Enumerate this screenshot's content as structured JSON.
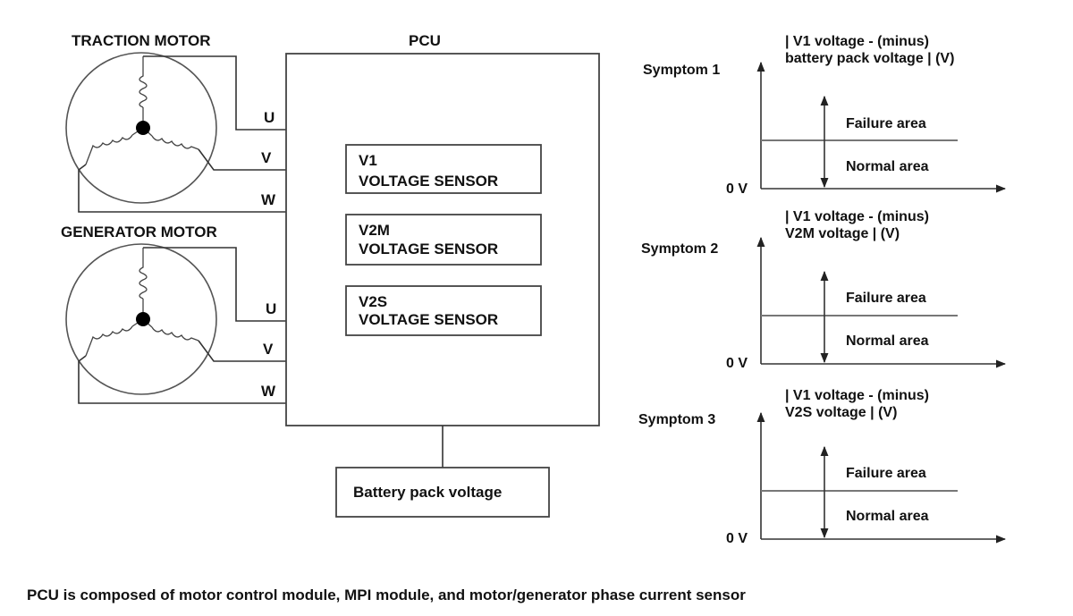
{
  "motors": {
    "traction_label": "TRACTION MOTOR",
    "generator_label": "GENERATOR MOTOR",
    "phase_u": "U",
    "phase_v": "V",
    "phase_w": "W"
  },
  "pcu": {
    "label": "PCU",
    "sensors": [
      {
        "line1": "V1",
        "line2": "VOLTAGE SENSOR"
      },
      {
        "line1": "V2M",
        "line2": "VOLTAGE SENSOR"
      },
      {
        "line1": "V2S",
        "line2": "VOLTAGE SENSOR"
      }
    ],
    "battery_label": "Battery pack voltage"
  },
  "symptoms": [
    {
      "name": "Symptom 1",
      "ylabel_line1": "| V1 voltage - (minus)",
      "ylabel_line2": "battery pack voltage | (V)",
      "zero": "0 V",
      "failure": "Failure area",
      "normal": "Normal area"
    },
    {
      "name": "Symptom 2",
      "ylabel_line1": "| V1 voltage - (minus)",
      "ylabel_line2": "V2M voltage | (V)",
      "zero": "0 V",
      "failure": "Failure area",
      "normal": "Normal area"
    },
    {
      "name": "Symptom 3",
      "ylabel_line1": "| V1 voltage - (minus)",
      "ylabel_line2": "V2S voltage | (V)",
      "zero": "0 V",
      "failure": "Failure area",
      "normal": "Normal area"
    }
  ],
  "footnote": "PCU is composed of motor control module, MPI module, and motor/generator phase current sensor"
}
